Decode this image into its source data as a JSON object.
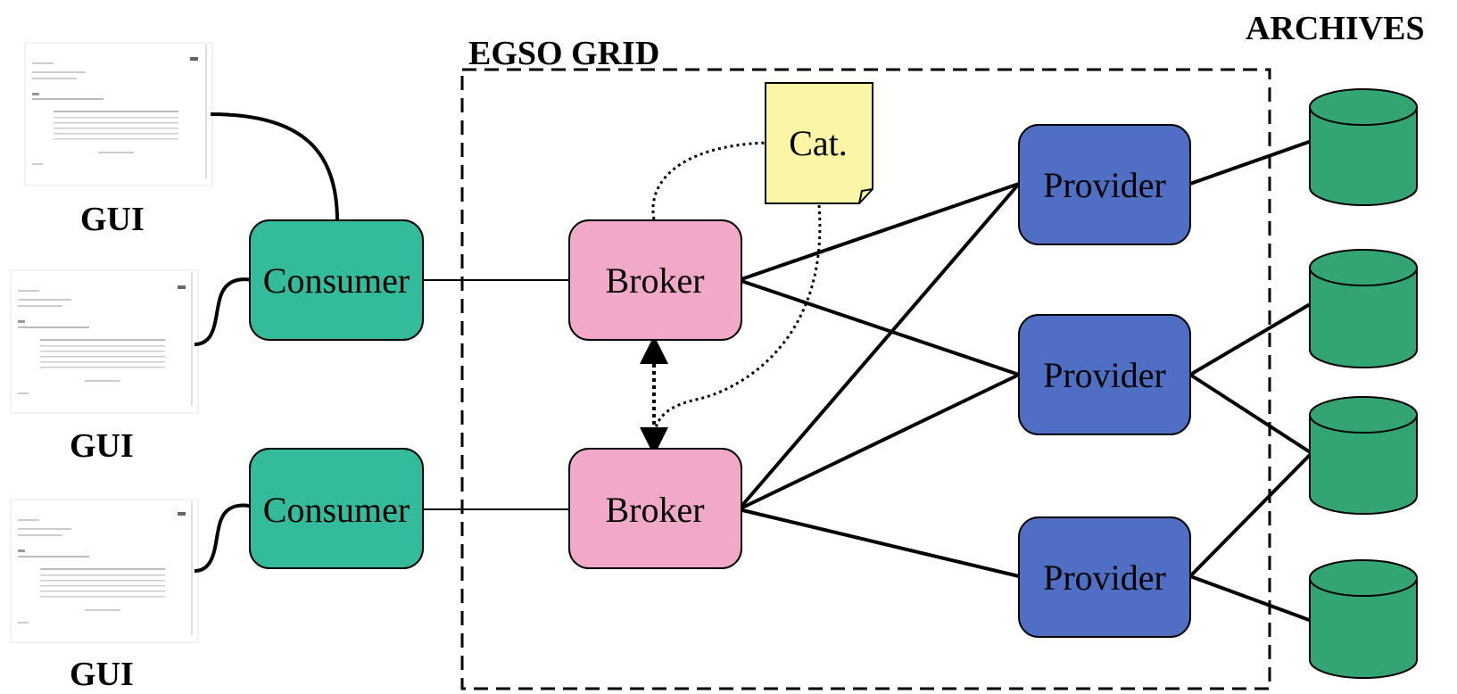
{
  "grid": {
    "title": "EGSO GRID"
  },
  "archives": {
    "title": "ARCHIVES"
  },
  "guis": [
    {
      "label": "GUI"
    },
    {
      "label": "GUI"
    },
    {
      "label": "GUI"
    }
  ],
  "consumers": [
    {
      "label": "Consumer"
    },
    {
      "label": "Consumer"
    }
  ],
  "brokers": [
    {
      "label": "Broker"
    },
    {
      "label": "Broker"
    }
  ],
  "catalog": {
    "label": "Cat."
  },
  "providers": [
    {
      "label": "Provider"
    },
    {
      "label": "Provider"
    },
    {
      "label": "Provider"
    }
  ],
  "colors": {
    "consumer": "#33bb9c",
    "broker": "#f2a9c9",
    "provider": "#4f6fc4",
    "catalog": "#fbf5a6",
    "archive": "#33a572"
  }
}
